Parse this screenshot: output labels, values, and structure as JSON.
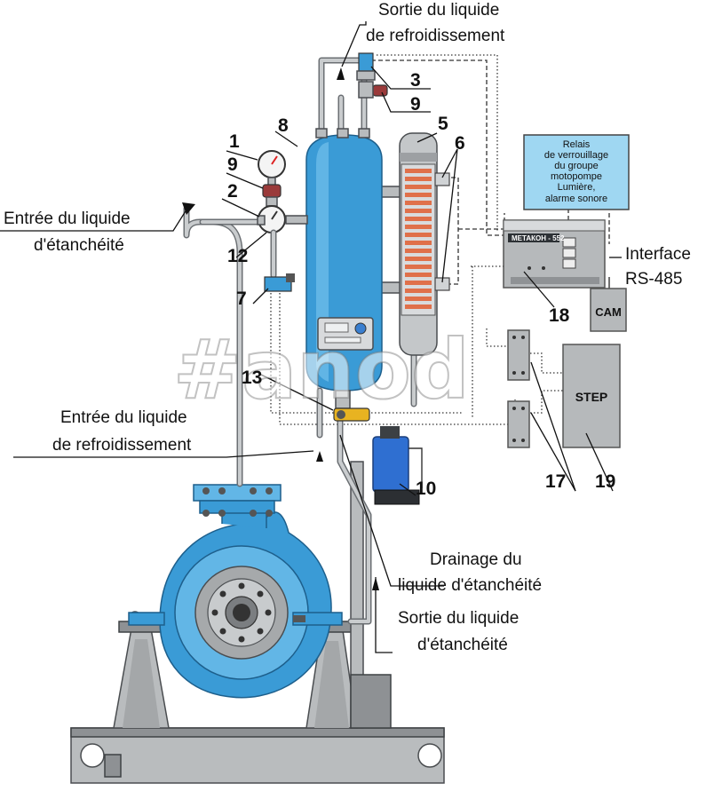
{
  "labels": {
    "sortie_refroidissement_l1": "Sortie du liquide",
    "sortie_refroidissement_l2": "de refroidissement",
    "entree_etancheite_l1": "Entrée du liquide",
    "entree_etancheite_l2": "d'étanchéité",
    "entree_refroidissement_l1": "Entrée du liquide",
    "entree_refroidissement_l2": "de refroidissement",
    "drainage_l1": "Drainage du",
    "drainage_l2": "liquide d'étanchéité",
    "sortie_etancheite_l1": "Sortie du liquide",
    "sortie_etancheite_l2": "d'étanchéité",
    "interface_l1": "Interface",
    "interface_l2": "RS-485"
  },
  "relay_box": {
    "line1": "Relais",
    "line2": "de verrouillage",
    "line3": "du groupe",
    "line4": "motopompe",
    "line5": "Lumière,",
    "line6": "alarme sonore"
  },
  "devices": {
    "controller_name": "МЕТАКОН - 552",
    "cam_label": "CAM",
    "step_label": "STEP"
  },
  "numbers": {
    "n1": "1",
    "n2": "2",
    "n3": "3",
    "n5": "5",
    "n6": "6",
    "n7": "7",
    "n8": "8",
    "n9a": "9",
    "n9b": "9",
    "n10": "10",
    "n12": "12",
    "n13": "13",
    "n17": "17",
    "n18": "18",
    "n19": "19"
  },
  "watermark": "#anod",
  "colors": {
    "vessel_blue": "#3a9bd6",
    "relay_box": "#9fd7f2",
    "metal": "#b9bcbe",
    "level_red": "#e0704a"
  }
}
